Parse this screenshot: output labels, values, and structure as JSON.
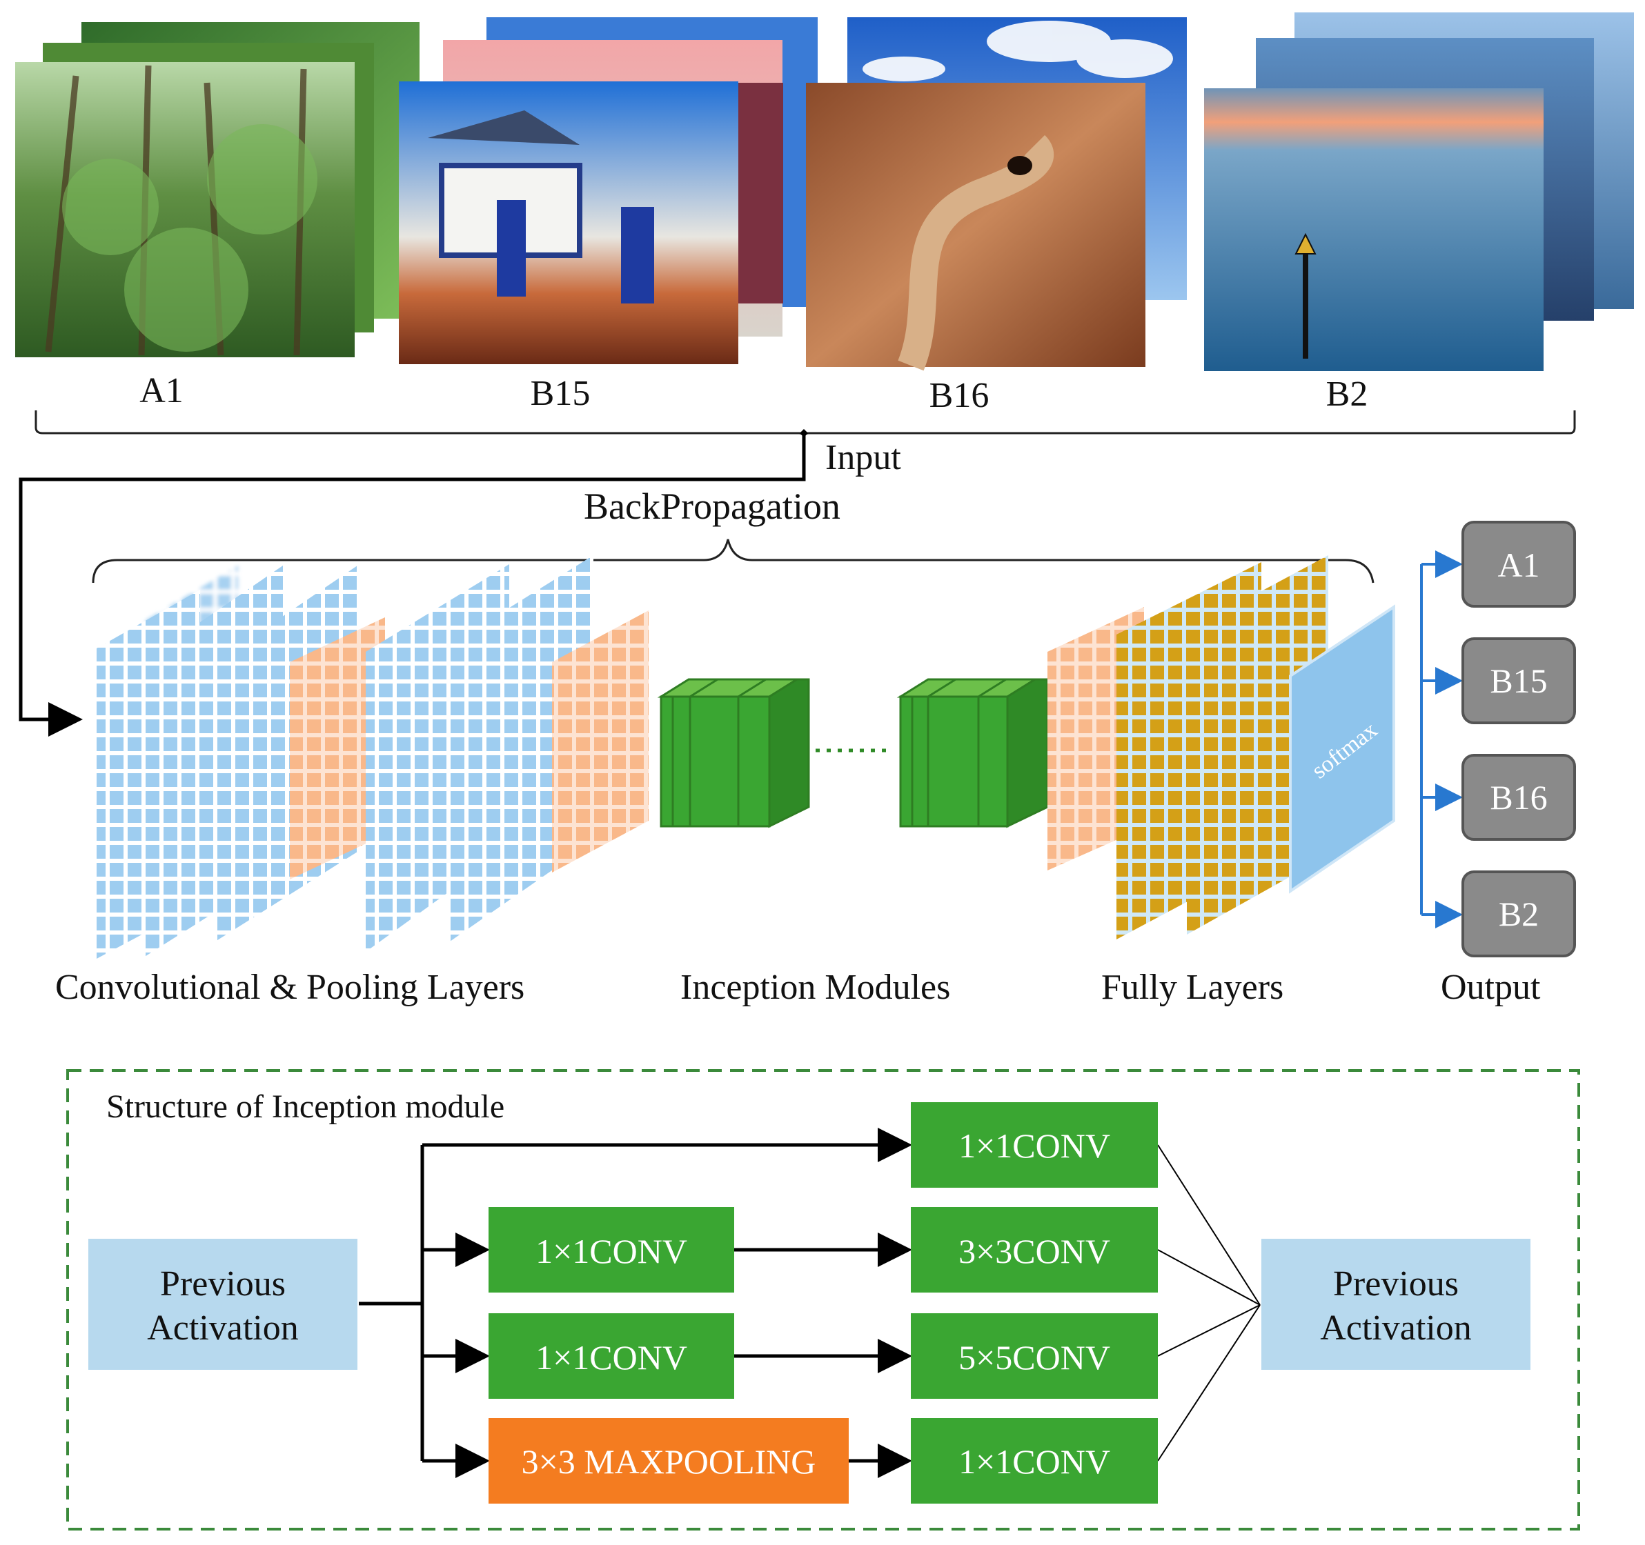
{
  "input_images": [
    {
      "label": "A1",
      "scene": "forest"
    },
    {
      "label": "B15",
      "scene": "street shop"
    },
    {
      "label": "B16",
      "scene": "desert path"
    },
    {
      "label": "B2",
      "scene": "sea at dusk"
    }
  ],
  "input_label": "Input",
  "backprop_label": "BackPropagation",
  "sections": {
    "conv": "Convolutional & Pooling Layers",
    "inception": "Inception Modules",
    "fully": "Fully Layers",
    "output": "Output"
  },
  "softmax_label": "softmax",
  "outputs": [
    "A1",
    "B15",
    "B16",
    "B2"
  ],
  "inception_structure": {
    "title": "Structure of Inception module",
    "input_label": "Previous Activation",
    "output_label": "Previous Activation",
    "branches": [
      {
        "first": "",
        "second": "1×1CONV"
      },
      {
        "first": "1×1CONV",
        "second": "3×3CONV"
      },
      {
        "first": "1×1CONV",
        "second": "5×5CONV"
      },
      {
        "first": "3×3 MAXPOOLING",
        "second": "1×1CONV"
      }
    ]
  },
  "colors": {
    "conv_blue": "#9ecdf0",
    "pool_orange": "#f9b88a",
    "fc_gold": "#d4a017",
    "inception_green": "#3aa632",
    "output_gray": "#8a8a8a",
    "arrow_blue": "#2878d0",
    "maxpool_orange": "#f47c20",
    "activation_blue": "#b7d9ee",
    "dashed_green": "#3b8a3b"
  }
}
